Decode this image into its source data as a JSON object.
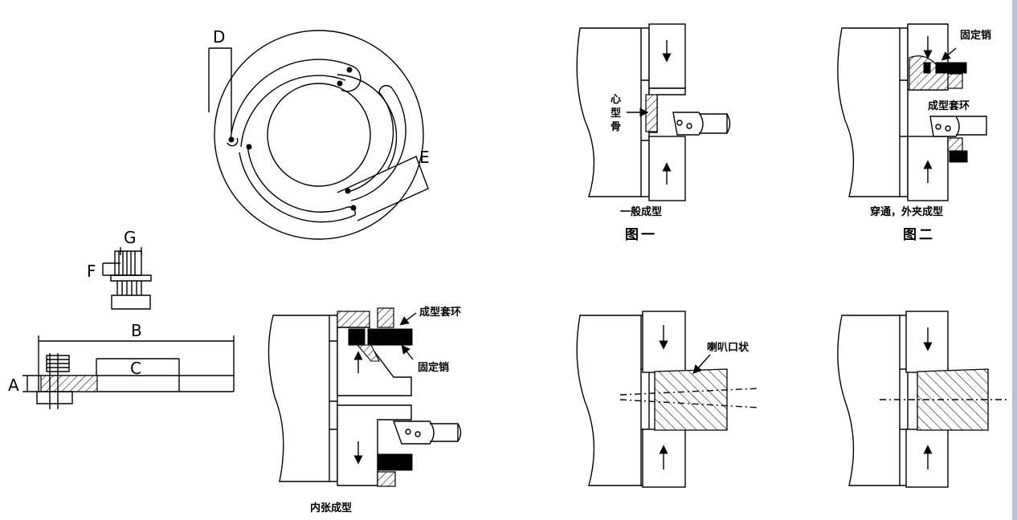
{
  "labels": {
    "D": "D",
    "E": "E",
    "G": "G",
    "F": "F",
    "B": "B",
    "C": "C",
    "A": "A"
  },
  "fig1": {
    "core_chars": [
      "心",
      "型",
      "骨"
    ],
    "subtitle": "一般成型",
    "caption": "图一"
  },
  "fig2": {
    "pin": "固定销",
    "ring": "成型套环",
    "subtitle": "穿通，外夹成型",
    "caption": "图二"
  },
  "fig3": {
    "ring": "成型套环",
    "pin": "固定销",
    "caption": "内张成型"
  },
  "fig4": {
    "note": "喇叭口状"
  },
  "colors": {
    "line": "#000000",
    "edge_bar": "#b9c3d8"
  }
}
